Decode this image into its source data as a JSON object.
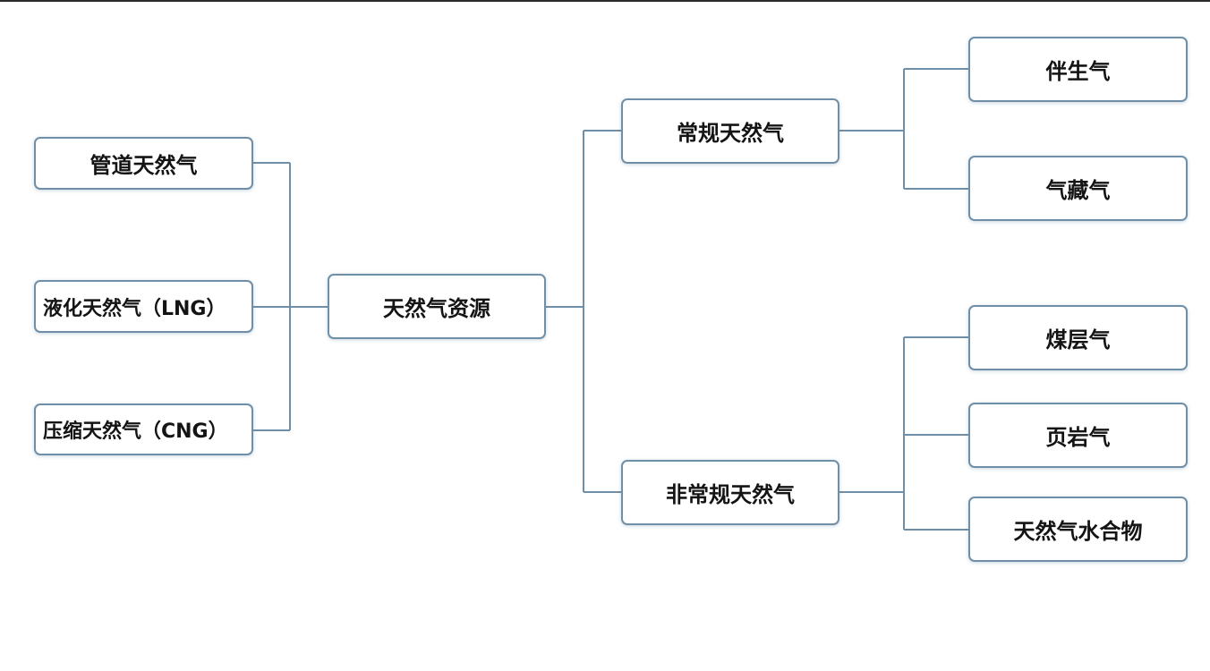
{
  "root": {
    "label": "天然气资源"
  },
  "left": {
    "items": [
      {
        "label": "管道天然气"
      },
      {
        "label": "液化天然气（LNG）"
      },
      {
        "label": "压缩天然气（CNG）"
      }
    ]
  },
  "right": {
    "conventional": {
      "label": "常规天然气",
      "children": [
        {
          "label": "伴生气"
        },
        {
          "label": "气藏气"
        }
      ]
    },
    "unconventional": {
      "label": "非常规天然气",
      "children": [
        {
          "label": "煤层气"
        },
        {
          "label": "页岩气"
        },
        {
          "label": "天然气水合物"
        }
      ]
    }
  },
  "colors": {
    "border": "#6f8fa8",
    "connector": "#6f8fa8",
    "text": "#141414"
  }
}
